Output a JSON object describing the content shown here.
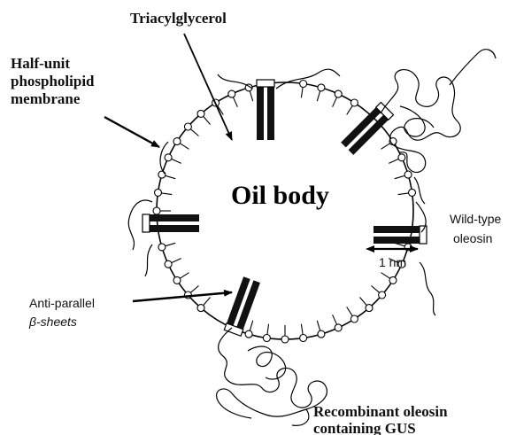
{
  "labels": {
    "triacylglycerol": "Triacylglycerol",
    "membrane_line1": "Half-unit",
    "membrane_line2": "phospholipid",
    "membrane_line3": "membrane",
    "oil_body": "Oil body",
    "wild_type_line1": "Wild-type",
    "wild_type_line2": "oleosin",
    "scale": "1 nm",
    "beta_line1": "Anti-parallel",
    "beta_line2": "β-sheets",
    "recombinant_line1": "Recombinant oleosin",
    "recombinant_line2": "containing GUS"
  }
}
